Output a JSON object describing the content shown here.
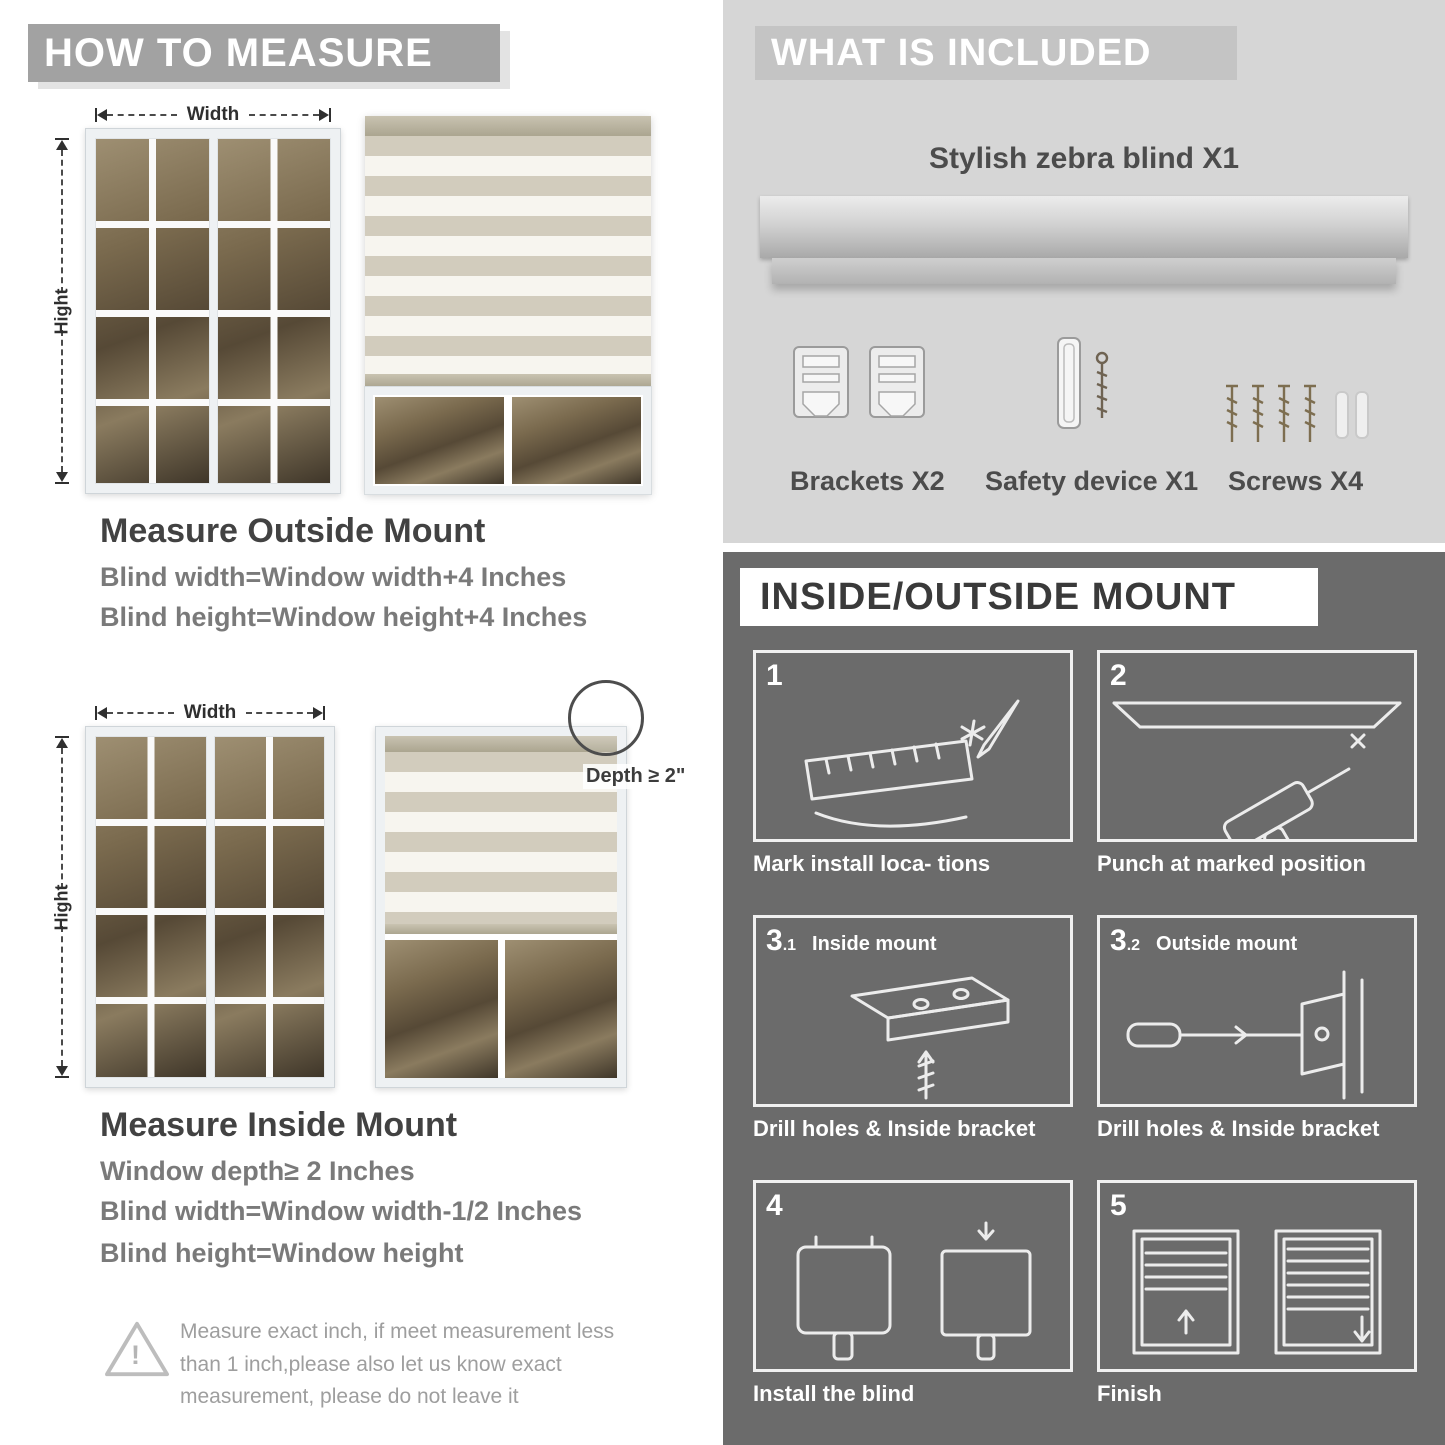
{
  "colors": {
    "banner_gray": "#a2a2a2",
    "panel_light": "#d6d6d6",
    "panel_dark": "#6b6b6b",
    "heading_text": "#424242",
    "body_text": "#7a7a7a"
  },
  "how_to_measure": {
    "banner": "HOW TO MEASURE",
    "width_label": "Width",
    "height_label": "Hight",
    "outside": {
      "title": "Measure Outside Mount",
      "lines": [
        "Blind width=Window width+4 Inches",
        "Blind height=Window height+4 Inches"
      ]
    },
    "inside": {
      "depth_callout": "Depth ≥ 2\"",
      "title": "Measure Inside Mount",
      "lines": [
        "Window depth≥ 2 Inches",
        "Blind width=Window width-1/2 Inches",
        "Blind height=Window height"
      ]
    },
    "warning": {
      "mark": "!",
      "text": "Measure exact inch, if meet measurement less than 1 inch,please also let us know exact measurement, please do not leave it"
    }
  },
  "included": {
    "banner": "WHAT IS INCLUDED",
    "product": "Stylish zebra blind X1",
    "parts": [
      {
        "label": "Brackets X2"
      },
      {
        "label": "Safety device X1"
      },
      {
        "label": "Screws X4"
      }
    ]
  },
  "mount_steps": {
    "banner": "INSIDE/OUTSIDE MOUNT",
    "steps": [
      {
        "num": "1",
        "sub": "",
        "title": "",
        "caption": "Mark install loca- tions"
      },
      {
        "num": "2",
        "sub": "",
        "title": "",
        "caption": "Punch at  marked position"
      },
      {
        "num": "3",
        "sub": ".1",
        "title": "Inside mount",
        "caption": "Drill holes &  Inside bracket"
      },
      {
        "num": "3",
        "sub": ".2",
        "title": "Outside mount",
        "caption": "Drill holes &  Inside bracket"
      },
      {
        "num": "4",
        "sub": "",
        "title": "",
        "caption": "Install the blind"
      },
      {
        "num": "5",
        "sub": "",
        "title": "",
        "caption": "Finish"
      }
    ]
  }
}
